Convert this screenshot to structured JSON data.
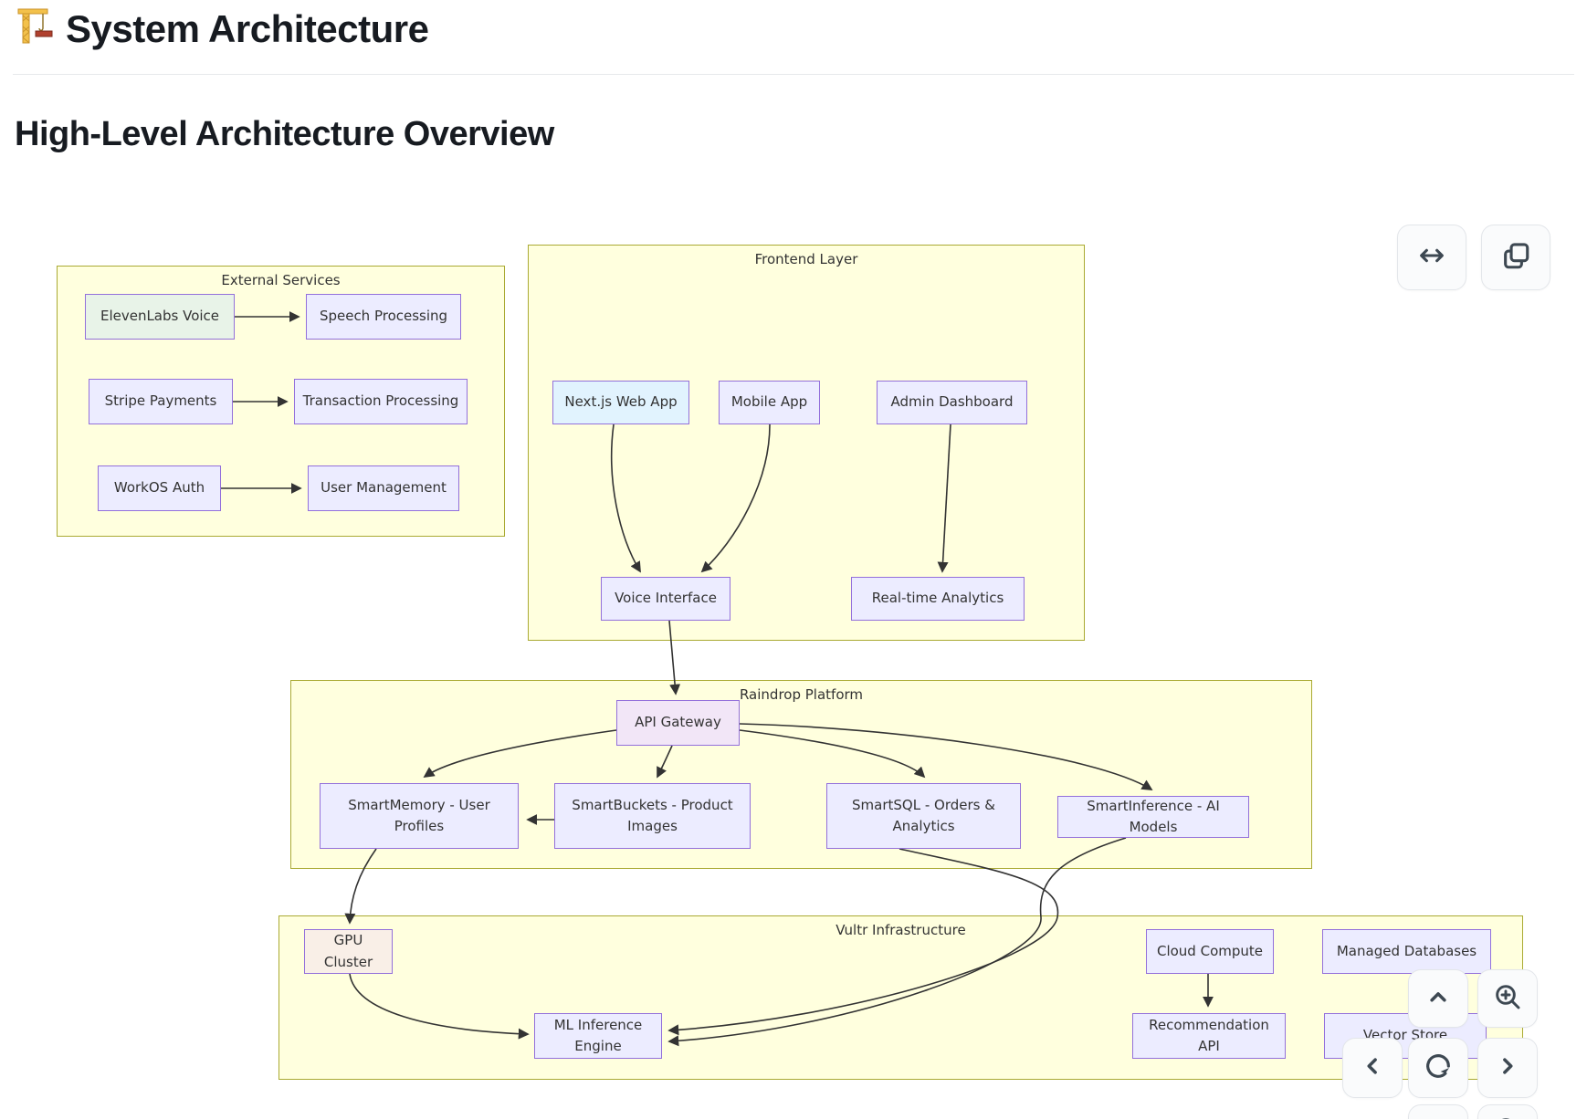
{
  "page": {
    "title": "System Architecture",
    "title_icon": "construction-crane",
    "section_heading": "High-Level Architecture Overview"
  },
  "diagram": {
    "clusters": [
      {
        "id": "external",
        "title": "External Services"
      },
      {
        "id": "frontend",
        "title": "Frontend Layer"
      },
      {
        "id": "raindrop",
        "title": "Raindrop Platform"
      },
      {
        "id": "vultr",
        "title": "Vultr Infrastructure"
      }
    ],
    "nodes": {
      "elevenlabs": {
        "label": "ElevenLabs Voice"
      },
      "speech": {
        "label": "Speech Processing"
      },
      "stripe": {
        "label": "Stripe Payments"
      },
      "transaction": {
        "label": "Transaction Processing"
      },
      "workos": {
        "label": "WorkOS Auth"
      },
      "usermgmt": {
        "label": "User Management"
      },
      "nextjs": {
        "label": "Next.js Web App"
      },
      "mobile": {
        "label": "Mobile App"
      },
      "admin": {
        "label": "Admin Dashboard"
      },
      "voice": {
        "label": "Voice Interface"
      },
      "analytics": {
        "label": "Real-time Analytics"
      },
      "gateway": {
        "label": "API Gateway"
      },
      "smartmemory": {
        "label": "SmartMemory - User Profiles"
      },
      "smartbuckets": {
        "label": "SmartBuckets - Product Images"
      },
      "smartsql": {
        "label": "SmartSQL - Orders & Analytics"
      },
      "smartinference": {
        "label": "SmartInference - AI Models"
      },
      "gpu": {
        "label": "GPU Cluster"
      },
      "cloud": {
        "label": "Cloud Compute"
      },
      "managed": {
        "label": "Managed Databases"
      },
      "mlengine": {
        "label": "ML Inference Engine"
      },
      "recommend": {
        "label": "Recommendation API"
      },
      "vector": {
        "label": "Vector Store"
      }
    },
    "edges": [
      {
        "from": "ElevenLabs Voice",
        "to": "Speech Processing"
      },
      {
        "from": "Stripe Payments",
        "to": "Transaction Processing"
      },
      {
        "from": "WorkOS Auth",
        "to": "User Management"
      },
      {
        "from": "Next.js Web App",
        "to": "Voice Interface"
      },
      {
        "from": "Mobile App",
        "to": "Voice Interface"
      },
      {
        "from": "Admin Dashboard",
        "to": "Real-time Analytics"
      },
      {
        "from": "Voice Interface",
        "to": "API Gateway"
      },
      {
        "from": "API Gateway",
        "to": "SmartMemory - User Profiles"
      },
      {
        "from": "API Gateway",
        "to": "SmartBuckets - Product Images"
      },
      {
        "from": "API Gateway",
        "to": "SmartSQL - Orders & Analytics"
      },
      {
        "from": "API Gateway",
        "to": "SmartInference - AI Models"
      },
      {
        "from": "SmartBuckets - Product Images",
        "to": "SmartMemory - User Profiles"
      },
      {
        "from": "SmartMemory - User Profiles",
        "to": "GPU Cluster"
      },
      {
        "from": "GPU Cluster",
        "to": "ML Inference Engine"
      },
      {
        "from": "SmartSQL - Orders & Analytics",
        "to": "ML Inference Engine"
      },
      {
        "from": "SmartInference - AI Models",
        "to": "ML Inference Engine"
      },
      {
        "from": "Cloud Compute",
        "to": "Recommendation API"
      }
    ],
    "colors": {
      "cluster_fill": "#ffffde",
      "cluster_stroke": "#aaaa33",
      "node_fill": "#ECECFF",
      "node_stroke": "#9370DB",
      "node_fill_green": "#E8F3E8",
      "node_fill_blue": "#E1F3FE",
      "node_fill_pink": "#F2E6F7",
      "node_fill_peach": "#F9EFE7",
      "edge": "#333333"
    }
  },
  "controls": {
    "top_right": [
      {
        "icon": "expand-horizontal-icon"
      },
      {
        "icon": "copy-icon"
      }
    ],
    "pan_zoom": [
      {
        "icon": "chevron-up-icon"
      },
      {
        "icon": "zoom-in-icon"
      },
      {
        "icon": "chevron-left-icon"
      },
      {
        "icon": "refresh-icon"
      },
      {
        "icon": "chevron-right-icon"
      },
      {
        "icon": "chevron-down-icon"
      },
      {
        "icon": "zoom-out-icon"
      }
    ]
  }
}
